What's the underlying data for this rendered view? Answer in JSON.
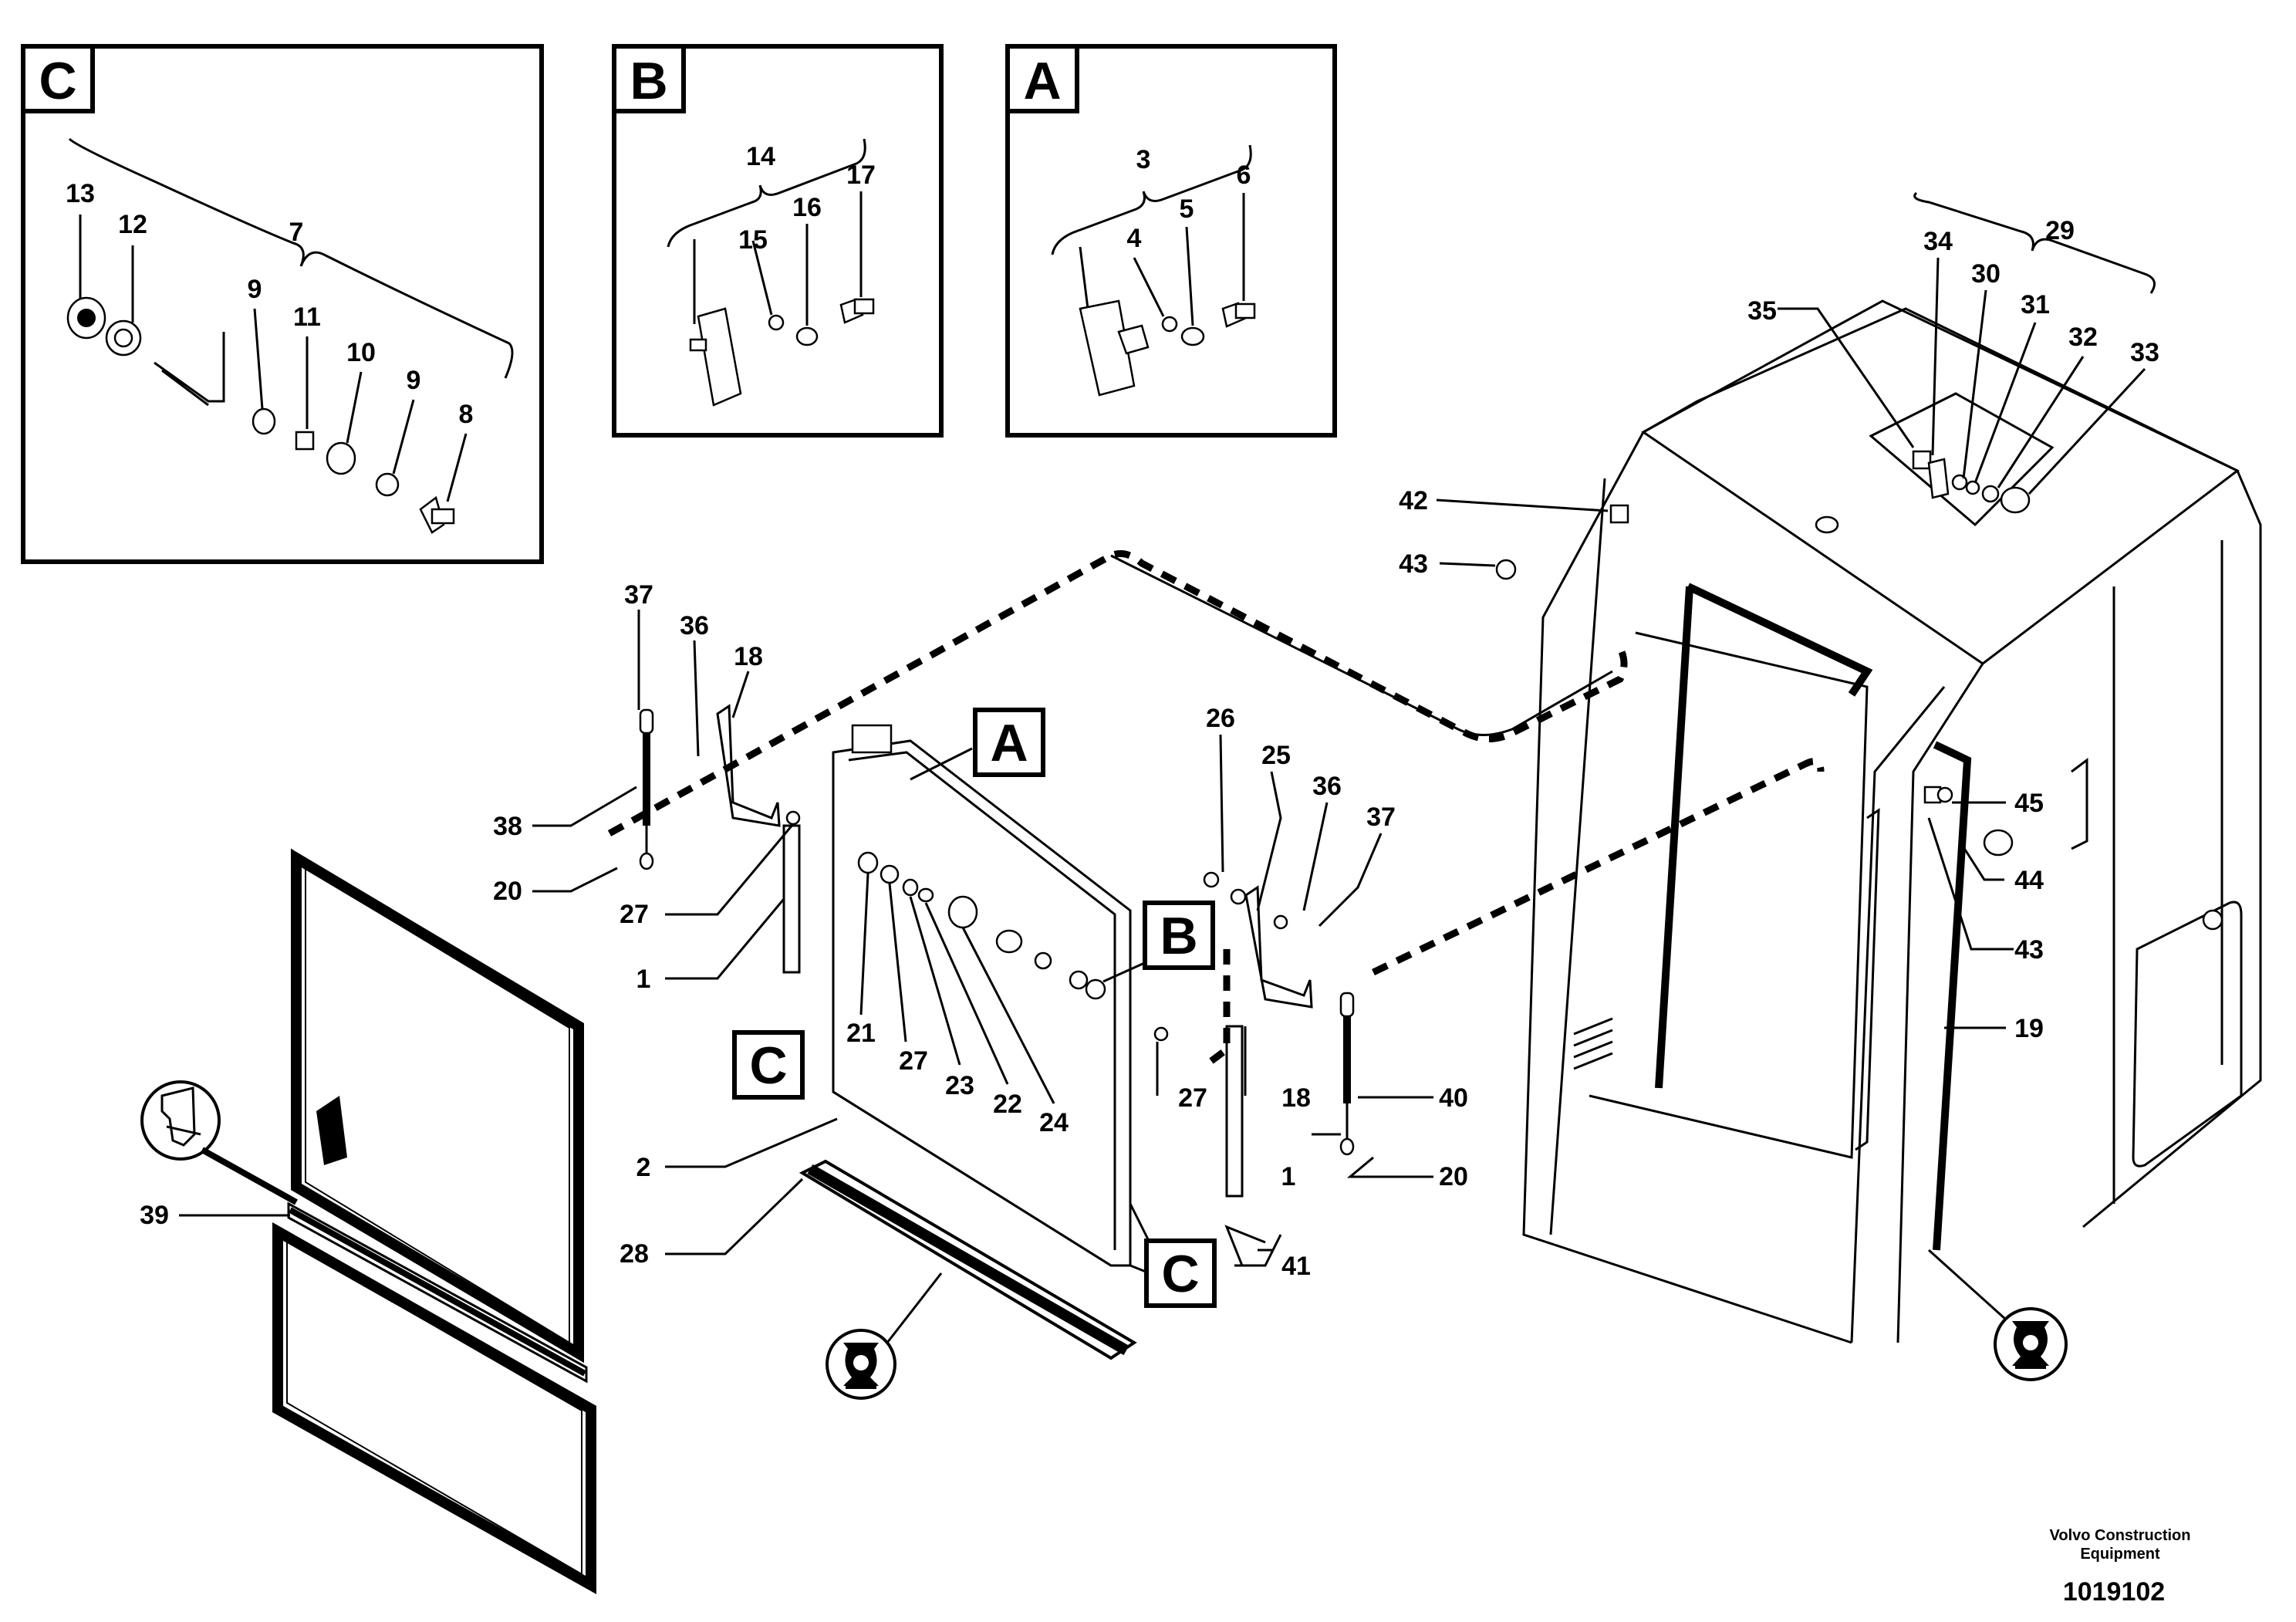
{
  "inset_refs": {
    "c": "C",
    "b": "B",
    "a": "A"
  },
  "callouts": {
    "n1": "1",
    "n2": "2",
    "n3": "3",
    "n4": "4",
    "n5": "5",
    "n6": "6",
    "n7": "7",
    "n8": "8",
    "n9": "9",
    "n10": "10",
    "n11": "11",
    "n12": "12",
    "n13": "13",
    "n14": "14",
    "n15": "15",
    "n16": "16",
    "n17": "17",
    "n18": "18",
    "n19": "19",
    "n20": "20",
    "n21": "21",
    "n22": "22",
    "n23": "23",
    "n24": "24",
    "n25": "25",
    "n26": "26",
    "n27": "27",
    "n28": "28",
    "n29": "29",
    "n30": "30",
    "n31": "31",
    "n32": "32",
    "n33": "33",
    "n34": "34",
    "n35": "35",
    "n36": "36",
    "n37": "37",
    "n38": "38",
    "n39": "39",
    "n40": "40",
    "n41": "41",
    "n42": "42",
    "n43": "43",
    "n44": "44",
    "n45": "45"
  },
  "footer": {
    "company_line1": "Volvo Construction",
    "company_line2": "Equipment",
    "drawing_number": "1019102"
  },
  "icons": [
    "adhesive-sealant-icon"
  ]
}
